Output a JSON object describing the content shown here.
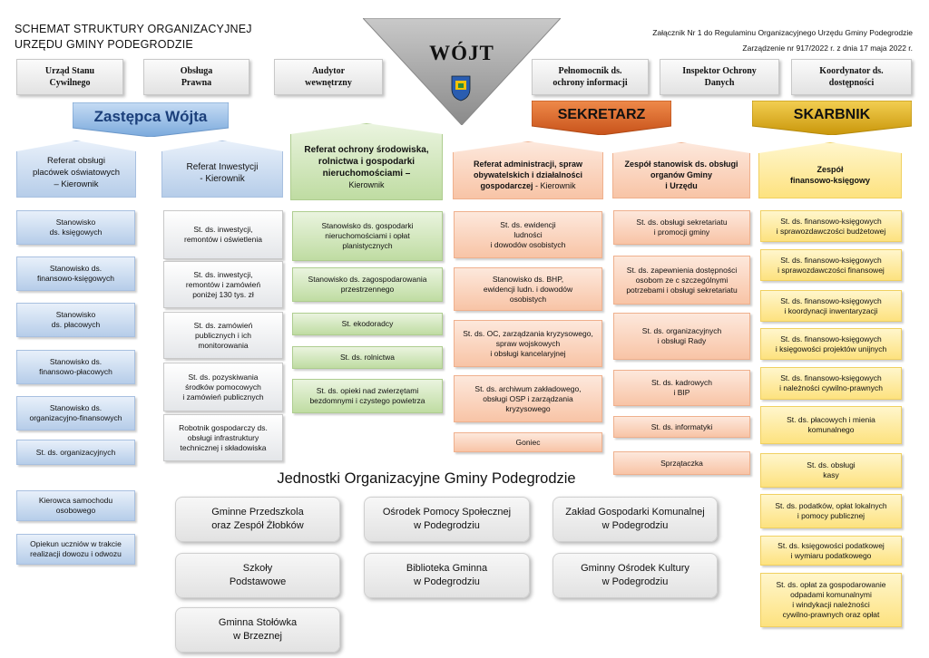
{
  "header": {
    "title": "SCHEMAT STRUKTURY ORGANIZACYJNEJ\nURZĘDU GMINY PODEGRODZIE",
    "annex": "Załącznik Nr 1 do Regulaminu Organizacyjnego Urzędu Gminy Podegrodzie\nZarządzenie nr 917/2022 r. z dnia 17 maja 2022 r."
  },
  "wojt": {
    "label": "WÓJT"
  },
  "top_boxes": [
    "Urząd Stanu\nCywilnego",
    "Obsługa\nPrawna",
    "Audytor\nwewnętrzny",
    "Pełnomocnik ds.\nochrony informacji",
    "Inspektor Ochrony\nDanych",
    "Koordynator ds.\ndostępności"
  ],
  "branches": {
    "zastepca": "Zastępca Wójta",
    "sekretarz": "SEKRETARZ",
    "skarbnik": "SKARBNIK"
  },
  "col1": {
    "head": "Referat obsługi\nplacówek oświatowych\n– Kierownik",
    "items": [
      "Stanowisko\nds. księgowych",
      "Stanowisko ds.\nfinansowo-księgowych",
      "Stanowisko\nds. płacowych",
      "Stanowisko ds.\nfinansowo-płacowych",
      "Stanowisko ds.\norganizacyjno-finansowych",
      "St. ds. organizacyjnych",
      "Kierowca samochodu\nosobowego",
      "Opiekun uczniów w trakcie\nrealizacji dowozu i odwozu"
    ]
  },
  "col2": {
    "head": "Referat Inwestycji\n- Kierownik",
    "items": [
      "St. ds. inwestycji,\nremontów i oświetlenia",
      "St. ds. inwestycji,\nremontów i zamówień\nponiżej 130 tys. zł",
      "St. ds. zamówień\npublicznych i ich\nmonitorowania",
      "St. ds. pozyskiwania\nśrodków pomocowych\ni zamówień publicznych",
      "Robotnik gospodarczy ds.\nobsługi infrastruktury\ntechnicznej i składowiska"
    ]
  },
  "col3": {
    "head": "Referat ochrony środowiska,\nrolnictwa i gospodarki\nnieruchomościami –",
    "head_sub": "Kierownik",
    "items": [
      "Stanowisko ds. gospodarki\nnieruchomościami i opłat\nplanistycznych",
      "Stanowisko ds. zagospodarowania\nprzestrzennego",
      "St. ekodoradcy",
      "St. ds. rolnictwa",
      "St. ds. opieki nad zwierzętami\nbezdomnymi i czystego powietrza"
    ]
  },
  "col4": {
    "head": "Referat administracji, spraw\nobywatelskich i działalności\ngospodarczej",
    "head_sub": " - Kierownik",
    "items": [
      "St. ds. ewidencji\nludności\ni dowodów osobistych",
      "Stanowisko ds. BHP,\newidencji ludn. i dowodów\nosobistych",
      "St. ds. OC, zarządzania kryzysowego,\nspraw wojskowych\ni obsługi kancelaryjnej",
      "St. ds. archiwum zakładowego,\nobsługi OSP i zarządzania\nkryzysowego",
      "Goniec"
    ]
  },
  "col5": {
    "head": "Zespół stanowisk ds. obsługi\norganów Gminy\ni Urzędu",
    "items": [
      "St. ds. obsługi sekretariatu\ni promocji gminy",
      "St. ds. zapewnienia dostępności\nosobom ze c szczególnymi\npotrzebami i obsługi sekretariatu",
      "St. ds. organizacyjnych\ni obsługi Rady",
      "St. ds. kadrowych\ni BIP",
      "St. ds. informatyki",
      "Sprzątaczka"
    ]
  },
  "col6": {
    "head": "Zespół\nfinansowo-księgowy",
    "items": [
      "St. ds. finansowo-księgowych\ni sprawozdawczości budżetowej",
      "St. ds. finansowo-księgowych\ni sprawozdawczości finansowej",
      "St. ds. finansowo-księgowych\ni koordynacji inwentaryzacji",
      "St. ds. finansowo-księgowych\ni księgowości projektów unijnych",
      "St. ds. finansowo-księgowych\ni należności cywilno-prawnych",
      "St. ds. płacowych i mienia\nkomunalnego",
      "St. ds. obsługi\nkasy",
      "St. ds. podatków, opłat lokalnych\ni pomocy publicznej",
      "St. ds. księgowości podatkowej\ni wymiaru podatkowego",
      "St. ds. opłat za gospodarowanie\nodpadami komunalnymi\ni windykacji należności\ncywilno-prawnych oraz opłat"
    ]
  },
  "units": {
    "title": "Jednostki Organizacyjne Gminy Podegrodzie",
    "items": [
      "Gminne Przedszkola\noraz Zespół Żłobków",
      "Ośrodek Pomocy Społecznej\nw Podegrodziu",
      "Zakład Gospodarki Komunalnej\nw Podegrodziu",
      "Szkoły\nPodstawowe",
      "Biblioteka Gminna\nw Podegrodziu",
      "Gminny Ośrodek Kultury\nw Podegrodziu",
      "Gminna Stołówka\nw Brzeznej"
    ]
  }
}
